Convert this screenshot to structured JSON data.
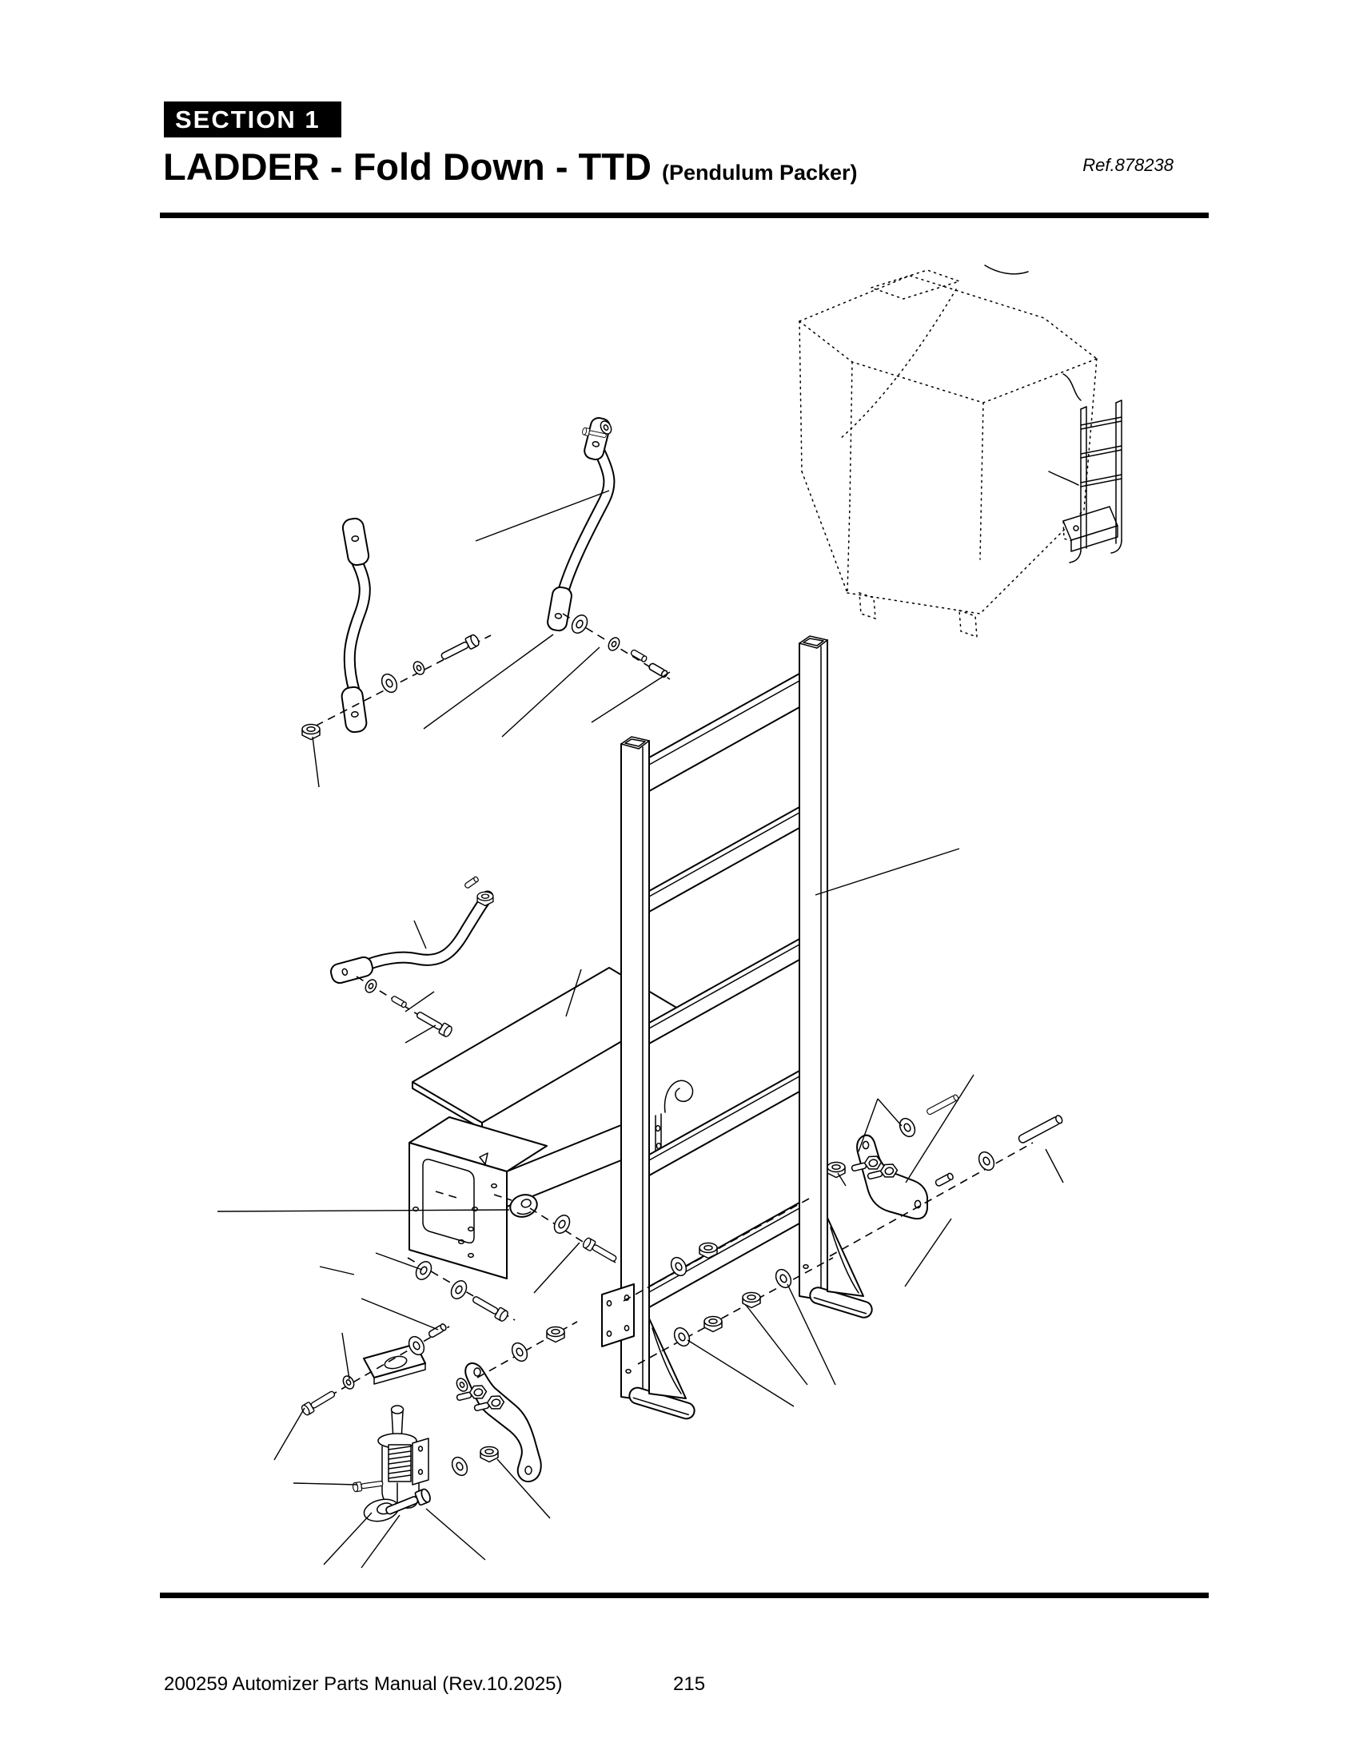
{
  "header": {
    "section_label": "SECTION 1",
    "title": "LADDER - Fold Down - TTD",
    "subtitle": "(Pendulum Packer)",
    "ref": "Ref.878238"
  },
  "footer": {
    "manual": "200259 Automizer Parts Manual (Rev.10.2025)",
    "page": "215"
  },
  "colors": {
    "ink": "#000000",
    "paper": "#ffffff",
    "badge_bg": "#000000",
    "badge_text": "#ffffff"
  }
}
